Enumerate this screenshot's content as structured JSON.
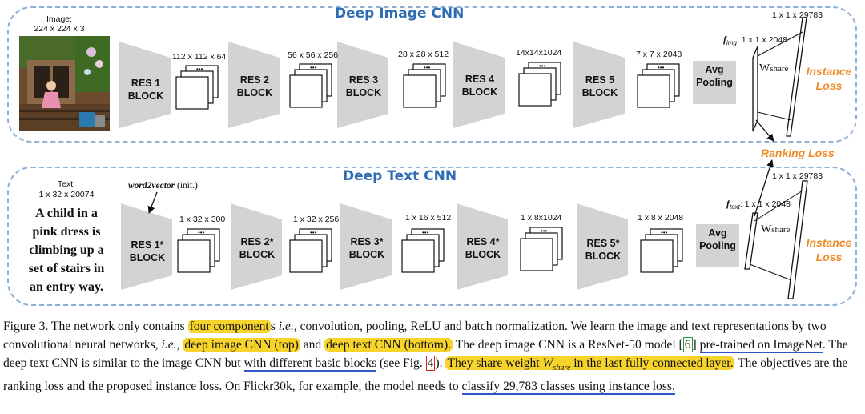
{
  "top": {
    "title": "Deep Image CNN",
    "input_label_1": "Image:",
    "input_label_2": "224 x 224 x 3",
    "blocks": [
      {
        "l1": "RES 1",
        "l2": "BLOCK",
        "dim": "112 x 112 x 64"
      },
      {
        "l1": "RES 2",
        "l2": "BLOCK",
        "dim": "56 x 56 x 256"
      },
      {
        "l1": "RES 3",
        "l2": "BLOCK",
        "dim": "28 x 28 x 512"
      },
      {
        "l1": "RES 4",
        "l2": "BLOCK",
        "dim": "14x14x1024"
      },
      {
        "l1": "RES 5",
        "l2": "BLOCK",
        "dim": "7 x 7 x 2048"
      }
    ],
    "avg_1": "Avg",
    "avg_2": "Pooling",
    "feat_sym": "f",
    "feat_sub": "img",
    "feat_dim": ": 1 x 1 x 2048",
    "share": "W",
    "share_sub": "share",
    "out_dim": "1 x 1 x 29783",
    "loss_1": "Instance",
    "loss_2": "Loss"
  },
  "ranking_loss": "Ranking Loss",
  "bottom": {
    "title": "Deep Text CNN",
    "input_label_1": "Text:",
    "input_label_2": "1 x 32 x 20074",
    "w2v": "word2vector",
    "w2v_note": " (init.)",
    "sentence": [
      "A child in a",
      "pink dress is",
      "climbing up a",
      "set of stairs in",
      "an entry way."
    ],
    "blocks": [
      {
        "l1": "RES 1*",
        "l2": "BLOCK",
        "dim": "1 x 32 x 300"
      },
      {
        "l1": "RES 2*",
        "l2": "BLOCK",
        "dim": "1 x 32 x 256"
      },
      {
        "l1": "RES 3*",
        "l2": "BLOCK",
        "dim": "1 x 16 x 512"
      },
      {
        "l1": "RES 4*",
        "l2": "BLOCK",
        "dim": "1 x 8x1024"
      },
      {
        "l1": "RES 5*",
        "l2": "BLOCK",
        "dim": "1 x 8 x 2048"
      }
    ],
    "avg_1": "Avg",
    "avg_2": "Pooling",
    "feat_sym": "f",
    "feat_sub": "text",
    "feat_dim": ": 1 x 1 x 2048",
    "share": "W",
    "share_sub": "share",
    "out_dim": "1 x 1 x 29783",
    "loss_1": "Instance",
    "loss_2": "Loss"
  },
  "dots": "•••",
  "caption": {
    "s1": "Figure 3. The network only contains ",
    "h1": "four component",
    "s2": "s ",
    "ie1": "i.e.",
    "s3": ", convolution, pooling, ReLU and batch normalization. We learn the image and text representations by two convolutional neural networks, ",
    "ie2": "i.e.",
    "s4": ", ",
    "h2": "deep image CNN (top)",
    "s5": " and ",
    "h3": "deep text CNN (bottom).",
    "s6": " The deep image CNN is a ResNet-50 model [",
    "ref6": "6",
    "s7": "] ",
    "u1": "pre-trained on ImageNet",
    "s8": ". The deep text CNN is similar to the image CNN but ",
    "u2": "with different basic blocks",
    "s9": " (see Fig. ",
    "ref4": "4",
    "s10": "). ",
    "h4a": "They share weight ",
    "h4w": "W",
    "h4sub": "share",
    "h4b": " in the last fully connected layer.",
    "s11": " The objectives are the ranking loss and the proposed instance loss. On Flickr30k, for example, the model needs to ",
    "u3": "classify 29,783 classes using instance loss."
  }
}
